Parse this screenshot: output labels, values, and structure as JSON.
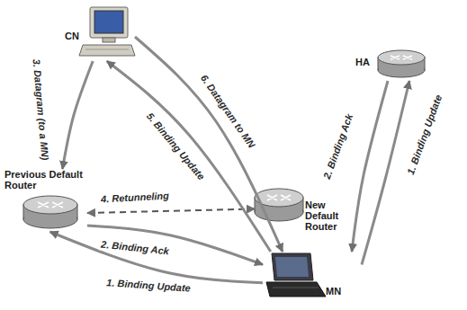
{
  "diagram": {
    "nodes": [
      {
        "text": [
          "CN"
        ]
      },
      {
        "text": [
          "HA"
        ]
      },
      {
        "text": [
          "Previous Default Router"
        ]
      },
      {
        "text": [
          "New Default Router"
        ]
      },
      {
        "text": [
          "MN"
        ]
      }
    ],
    "edges": [
      {
        "from": 4,
        "to": 1,
        "label": "1. Binding Update",
        "arrow": "to"
      },
      {
        "from": 1,
        "to": 4,
        "label": "2. Binding Ack",
        "arrow": "to"
      },
      {
        "from": 0,
        "to": 2,
        "label": "3. Datagram (to a MN)",
        "arrow": "to"
      },
      {
        "from": 2,
        "to": 3,
        "label": "4. Retunneling",
        "arrow": "both"
      },
      {
        "from": 4,
        "to": 0,
        "label": "5. Binding Update",
        "arrow": "to"
      },
      {
        "from": 0,
        "to": 4,
        "label": "6. Datagram to MN",
        "arrow": "to"
      },
      {
        "from": 4,
        "to": 2,
        "label": "1. Binding Update",
        "arrow": "to"
      },
      {
        "from": 2,
        "to": 4,
        "label": "2. Binding Ack",
        "arrow": "to"
      }
    ]
  }
}
